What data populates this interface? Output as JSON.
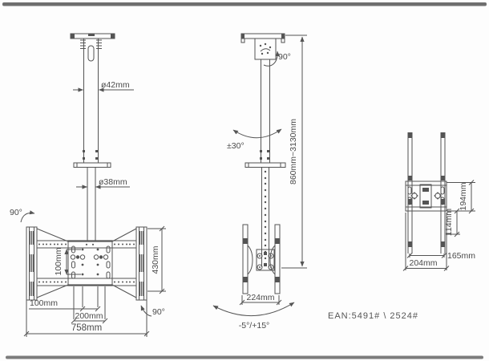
{
  "page": {
    "background": "#fdfdfd",
    "top_border_color": "#6e6e6e",
    "bottom_border_color": "#7c7c7c",
    "line_color": "#545454",
    "text_color": "#4a4a4a"
  },
  "front_view": {
    "upper_pole_diameter": "ø42mm",
    "lower_pole_diameter": "ø38mm",
    "swivel_top_left": "90°",
    "swivel_bottom_right": "90°",
    "vesa_vertical": "100mm",
    "bracket_height": "430mm",
    "hole_spacing_small": "100mm",
    "hole_spacing_large": "200mm",
    "overall_width": "758mm"
  },
  "side_view": {
    "swivel_top": "90°",
    "pole_rotation": "±30°",
    "height_range": "860mm~3130mm",
    "bracket_depth": "224mm",
    "tilt_range": "-5°/+15°"
  },
  "profile_view": {
    "upper_span": "194mm",
    "lower_span": "114mm",
    "inner_depth": "165mm",
    "outer_depth": "204mm"
  },
  "footer": {
    "ean": "EAN:5491# \\ 2524#"
  }
}
